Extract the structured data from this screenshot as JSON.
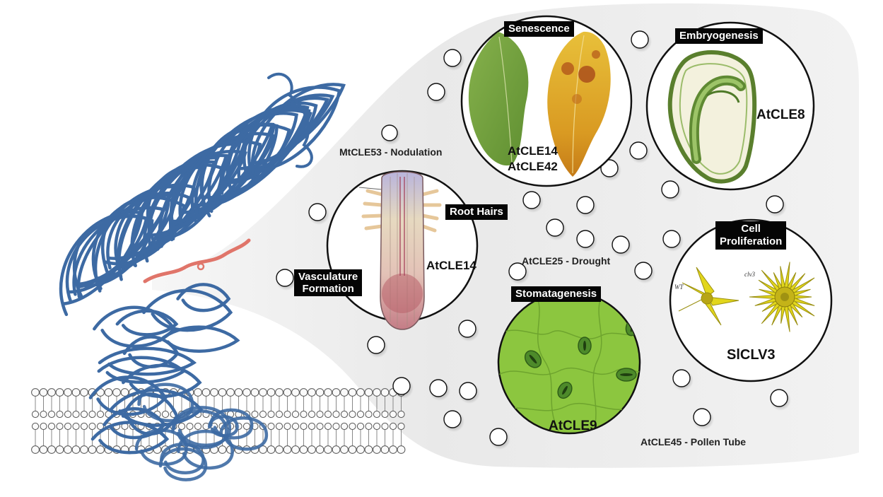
{
  "colors": {
    "protein": "#3d6aa3",
    "protein_dark": "#23466f",
    "peptide": "#e0756a",
    "background_panel": "#ececec",
    "stomata_green": "#8cc63f",
    "leaf_green": "#6e9e3a",
    "leaf_yellow": "#d9a21e",
    "flower_yellow": "#e2d61c",
    "label_bg": "#050505"
  },
  "bubbles": {
    "senescence": {
      "title": "Senescence",
      "genes": [
        "AtCLE14",
        "AtCLE42"
      ]
    },
    "embryogenesis": {
      "title": "Embryogenesis",
      "gene": "AtCLE8"
    },
    "root": {
      "root_hairs": "Root Hairs",
      "vasculature": [
        "Vasculature",
        "Formation"
      ],
      "gene": "AtCLE14"
    },
    "stomatagenesis": {
      "title": "Stomatagenesis",
      "gene": "AtCLE9"
    },
    "cell_proliferation": {
      "title": [
        "Cell",
        "Proliferation"
      ],
      "gene": "SlCLV3",
      "wt_label": "WT",
      "mutant_label": "clv3"
    }
  },
  "floating_labels": {
    "nodulation": "MtCLE53 - Nodulation",
    "drought": "AtCLE25 - Drought",
    "pollen": "AtCLE45 - Pollen Tube"
  },
  "icons": [
    "receptor-protein-icon",
    "cle-peptide-icon",
    "lipid-bilayer-icon",
    "leaf-icon",
    "seed-embryo-icon",
    "root-tip-icon",
    "stomata-icon",
    "flower-icon",
    "peptide-circle-icon"
  ]
}
